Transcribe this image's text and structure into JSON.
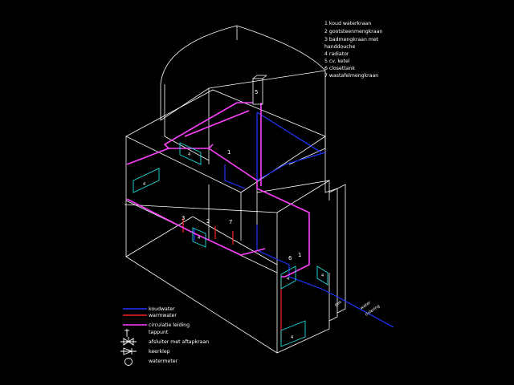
{
  "colors": {
    "background": "#000000",
    "outline": "#ffffff",
    "cold_water": "#1f35ff",
    "hot_water": "#ff2020",
    "circulation": "#ff40ff",
    "radiator": "#20e0e0"
  },
  "components_legend": [
    "1 koud waterkraan",
    "2 gootsteenmengkraan",
    "3 badmengkraan met",
    "   handdouche",
    "4 radiator",
    "5 cv. ketel",
    "6 closettank",
    "7 wastafelmengkraan"
  ],
  "line_legend": [
    {
      "label": "koudwater",
      "symbol": "cold-line"
    },
    {
      "label": "warmwater",
      "symbol": "hot-line"
    },
    {
      "label": "circulatie leiding",
      "symbol": "circulation-line"
    },
    {
      "label": "tappunt",
      "symbol": "tap-point-icon"
    },
    {
      "label": "afsluiter met aftapkraan",
      "symbol": "valve-drain-icon"
    },
    {
      "label": "keerklep",
      "symbol": "check-valve-icon"
    },
    {
      "label": "watermeter",
      "symbol": "water-meter-icon"
    }
  ],
  "callouts": {
    "boiler": "5",
    "radiator": "4",
    "n1": "1",
    "n2": "2",
    "n3": "3",
    "n6": "6",
    "n7": "7"
  },
  "inlet_labels": [
    "gas",
    "water",
    "riolering"
  ]
}
